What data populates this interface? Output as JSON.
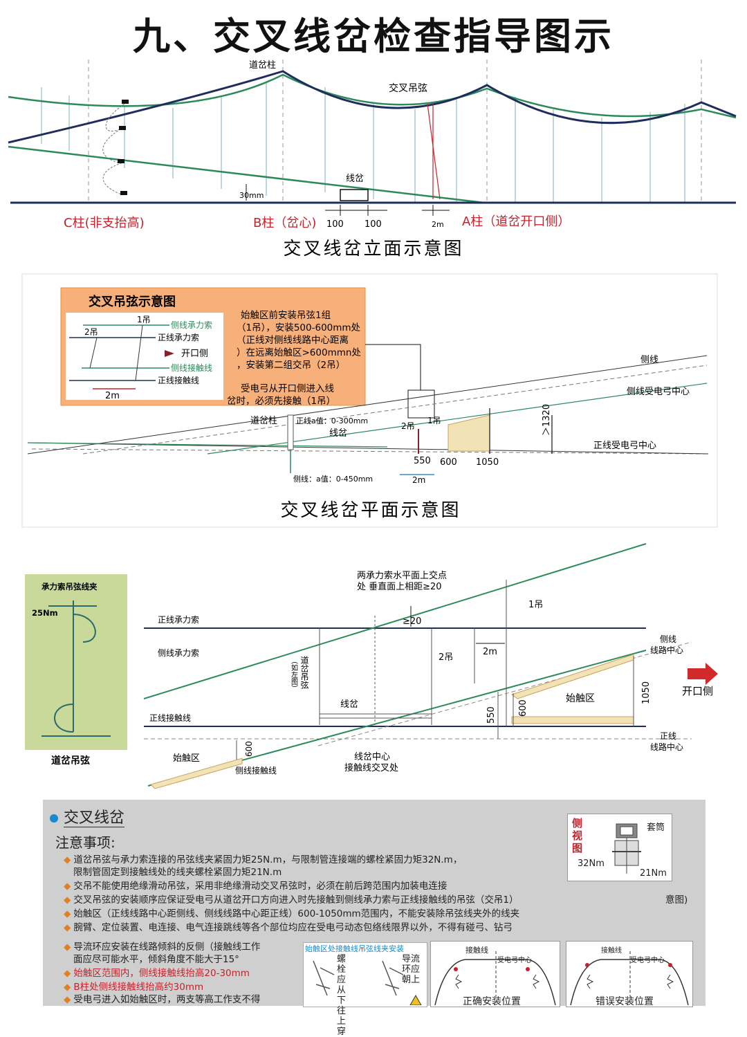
{
  "title": "九、交叉线岔检查指导图示",
  "elevation": {
    "caption": "交叉线岔立面示意图",
    "label_pole": "道岔柱",
    "label_hanger": "交叉吊弦",
    "label_turnout": "线岔",
    "label_30mm": "30mm",
    "label_c": "C柱(非支抬高)",
    "label_b": "B柱（岔心)",
    "label_100a": "100",
    "label_100b": "100",
    "label_2m": "2m",
    "label_a": "A柱（道岔开口侧）"
  },
  "plan": {
    "caption": "交叉线岔平面示意图",
    "box_title": "交叉吊弦示意图",
    "box_1": "1吊",
    "box_2": "2吊",
    "box_side_msg": "侧线承力索",
    "box_main_msg": "正线承力索",
    "box_open": "开口侧",
    "box_side_cw": "侧线接触线",
    "box_main_cw": "正线接触线",
    "box_2m": "2m",
    "note1": "始触区前安装吊弦1组",
    "note2": "（1吊），安装500-600mm处",
    "note3": "（正线对侧线线路中心距离",
    "note4": "）在远离始触区>600mmn处",
    "note5": "，安装第二组交吊（2吊）",
    "note6": "受电弓从开口侧进入线",
    "note7": "岔时，必须先接触（1吊）",
    "label_side": "侧线",
    "label_side_center": "侧线受电弓中心",
    "label_main_center": "正线受电弓中心",
    "label_pole": "道岔柱",
    "label_a_main": "正线a值：0-300mm",
    "label_turnout": "线岔",
    "label_2d": "2吊",
    "label_1d": "1吊",
    "label_550": "550",
    "label_600": "600",
    "label_1050": "1050",
    "label_1320": "＞1320",
    "label_2m": "2m",
    "label_a_side": "侧线：a值：0-450mm"
  },
  "detail": {
    "clamp_title": "承力索吊弦线夹",
    "clamp_25": "25Nm",
    "clamp_caption": "道岔吊弦",
    "top_note1": "两承力索水平面上交点",
    "top_note2": "处 垂直面上相距≥20",
    "label_ge20": "≥20",
    "label_1d": "1吊",
    "label_main_msg": "正线承力索",
    "label_side_msg": "侧线承力索",
    "label_2m": "2m",
    "label_2d": "2吊",
    "label_side_center1": "侧线",
    "label_side_center2": "线路中心",
    "label_open": "开口侧",
    "label_hanger_v": "道岔吊弦",
    "label_hanger_side": "（如左图）",
    "label_turnout": "线岔",
    "label_contact_zone": "始触区",
    "label_1050": "1050",
    "label_600": "600",
    "label_550": "550",
    "label_main_cw": "正线接触线",
    "label_main_center1": "正线",
    "label_main_center2": "线路中心",
    "label_zone_left": "始触区",
    "label_600b": "600",
    "label_side_cw": "侧线接触线",
    "label_center1": "线岔中心",
    "label_center2": "接触线交叉处"
  },
  "notes": {
    "heading": "交叉线岔",
    "sub": "注意事项:",
    "items": [
      "道岔吊弦与承力索连接的吊弦线夹紧固力矩25N.m，与限制管连接端的螺栓紧固力矩32N.m，",
      "限制管固定到接触线处的线夹螺栓紧固力矩21N.m",
      "交吊不能使用绝缘滑动吊弦，采用非绝缘滑动交叉吊弦时，必须在前后跨范围内加装电连接",
      "交叉吊弦的安装顺序应保证受电弓从道岔开口方向进入时先接触到侧线承力索与正线接触线的吊弦（交吊1）",
      "始触区（正线线路中心距侧线、侧线线路中心距正线）600-1050mm范围内，不能安装除吊弦线夹外的线夹",
      "腕臂、定位装置、电连接、电气连接跳线等各个部位均应在受电弓动态包络线限界以外，不得有碰弓、钻弓",
      "导流环应安装在线路倾斜的反侧（接触线工作",
      "面应尽可能水平，倾斜角度不能大于15°",
      "始触区范围内，侧线接触线抬高20-30mm",
      "B柱处侧线接触线抬高约30mm",
      "受电弓进入如始触区时，两支等高工作支不得"
    ],
    "tail_right": "意图)",
    "side_view_title": "侧视图",
    "side_view_32": "32Nm",
    "side_view_21": "21Nm",
    "side_view_sleeve": "套筒",
    "mid_inset_title": "始触区处接触线吊弦线夹安装",
    "mid_inset_l1": "螺栓",
    "mid_inset_l2": "应从",
    "mid_inset_l3": "下往",
    "mid_inset_l4": "上穿",
    "mid_inset_r1": "导流",
    "mid_inset_r2": "环应",
    "mid_inset_r3": "朝上",
    "correct_cw": "接触线",
    "correct_center": "受电弓中心",
    "correct_caption": "正确安装位置",
    "wrong_cw": "接触线",
    "wrong_center": "受电弓中心",
    "wrong_caption": "错误安装位置"
  }
}
